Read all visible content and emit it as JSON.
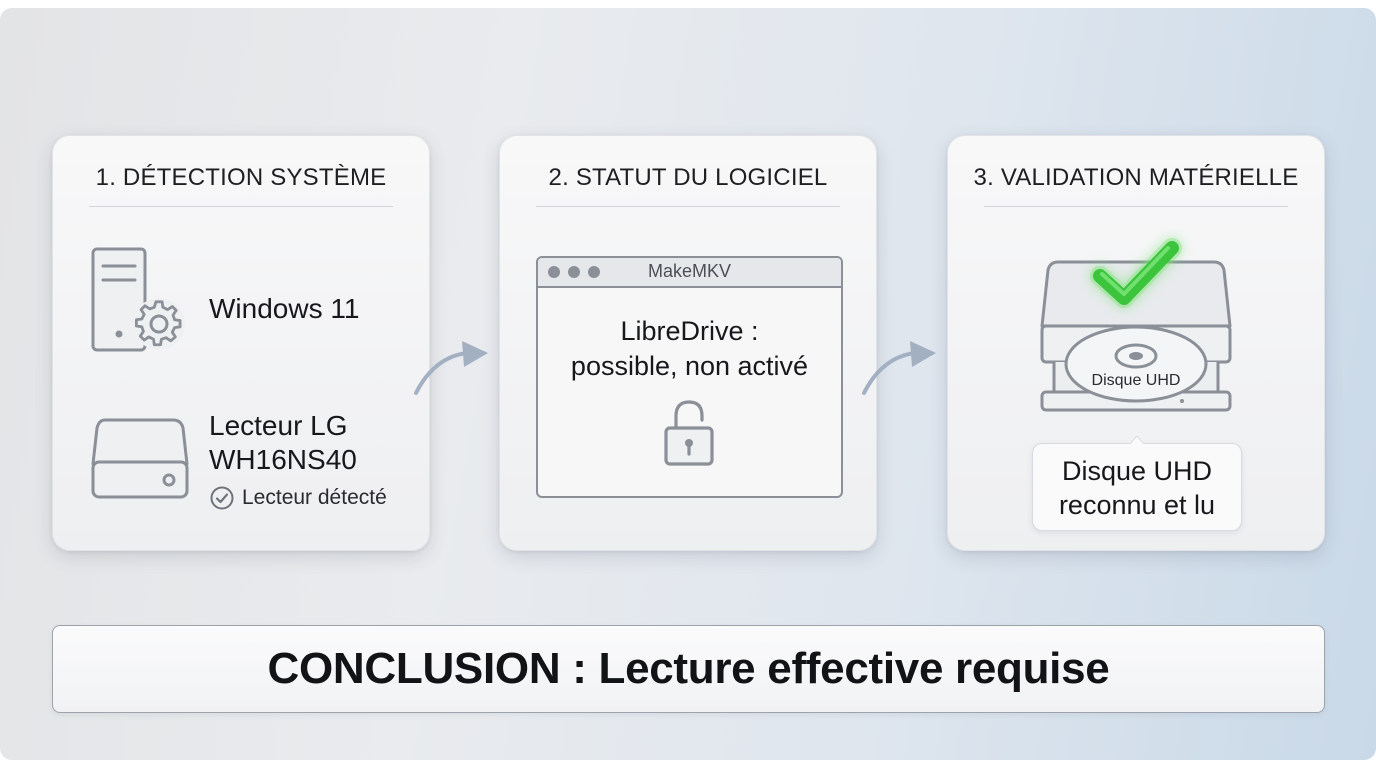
{
  "steps": [
    {
      "title": "1. DÉTECTION SYSTÈME",
      "os_label": "Windows 11",
      "drive_label_line1": "Lecteur LG",
      "drive_label_line2": "WH16NS40",
      "drive_status": "Lecteur détecté",
      "icons": [
        "computer-tower-gear-icon",
        "drive-icon",
        "check-circle-icon"
      ]
    },
    {
      "title": "2. STATUT DU LOGICIEL",
      "app_name": "MakeMKV",
      "status_line1": "LibreDrive :",
      "status_line2": "possible, non activé",
      "icons": [
        "unlocked-padlock-icon"
      ]
    },
    {
      "title": "3. VALIDATION MATÉRIELLE",
      "disc_label": "Disque UHD",
      "result_line1": "Disque UHD",
      "result_line2": "reconnu et lu",
      "icons": [
        "optical-drive-open-tray-icon",
        "green-checkmark-icon"
      ]
    }
  ],
  "conclusion": "CONCLUSION : Lecture effective requise",
  "colors": {
    "icon_stroke": "#8a8f98",
    "check_green": "#3cc43c",
    "text": "#17181b",
    "arrow": "#a3b0c2"
  }
}
